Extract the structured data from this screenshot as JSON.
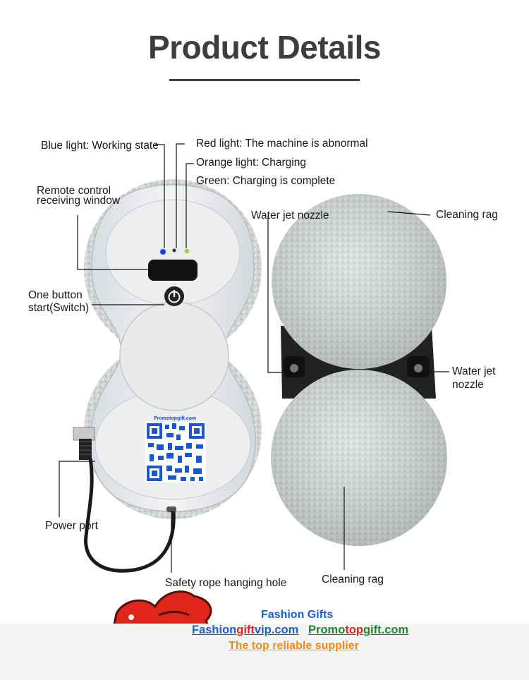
{
  "header": {
    "title": "Product Details"
  },
  "labels": {
    "blue_light": "Blue light: Working state",
    "red_light": "Red light: The machine is abnormal",
    "orange_light": "Orange light: Charging",
    "green_light": "Green: Charging is complete",
    "remote_line1": "Remote control",
    "remote_line2": "receiving window",
    "one_button_line1": "One button",
    "one_button_line2": "start(Switch)",
    "power_port": "Power port",
    "safety_rope": "Safety rope hanging hole",
    "water_jet_nozzle_left": "Water jet nozzle",
    "water_jet_right_line1": "Water jet",
    "water_jet_right_line2": "nozzle",
    "cleaning_rag_top": "Cleaning rag",
    "cleaning_rag_bottom": "Cleaning rag"
  },
  "qr": {
    "caption": "Promotopgift.com"
  },
  "footer": {
    "line1": "Fashion Gifts",
    "site1_a": "Fashion",
    "site1_b": "gift",
    "site1_c": "vip.com",
    "site2_a": "Promo",
    "site2_b": "top",
    "site2_c": "gift.com",
    "line3": "The top reliable supplier"
  },
  "colors": {
    "title": "#3d3d3d",
    "brand_blue": "#1a5fd6",
    "brand_red": "#e0261b",
    "brand_green": "#1a8a2e",
    "brand_orange": "#f08a12",
    "led_blue": "#1a3cff",
    "led_green": "#9bd13a"
  }
}
